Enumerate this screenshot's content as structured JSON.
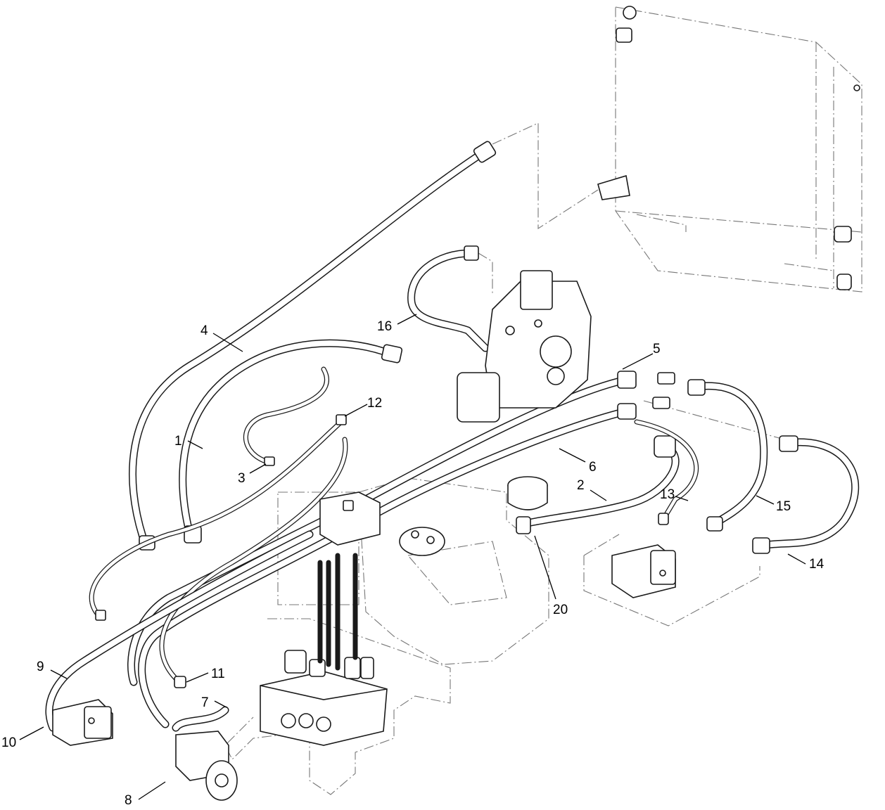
{
  "callouts": [
    {
      "id": "c1",
      "label": "1"
    },
    {
      "id": "c2",
      "label": "2"
    },
    {
      "id": "c3",
      "label": "3"
    },
    {
      "id": "c4",
      "label": "4"
    },
    {
      "id": "c5",
      "label": "5"
    },
    {
      "id": "c6",
      "label": "6"
    },
    {
      "id": "c7",
      "label": "7"
    },
    {
      "id": "c8",
      "label": "8"
    },
    {
      "id": "c9",
      "label": "9"
    },
    {
      "id": "c10",
      "label": "10"
    },
    {
      "id": "c11",
      "label": "11"
    },
    {
      "id": "c12",
      "label": "12"
    },
    {
      "id": "c13",
      "label": "13"
    },
    {
      "id": "c14",
      "label": "14"
    },
    {
      "id": "c15",
      "label": "15"
    },
    {
      "id": "c16",
      "label": "16"
    },
    {
      "id": "c20",
      "label": "20"
    }
  ]
}
